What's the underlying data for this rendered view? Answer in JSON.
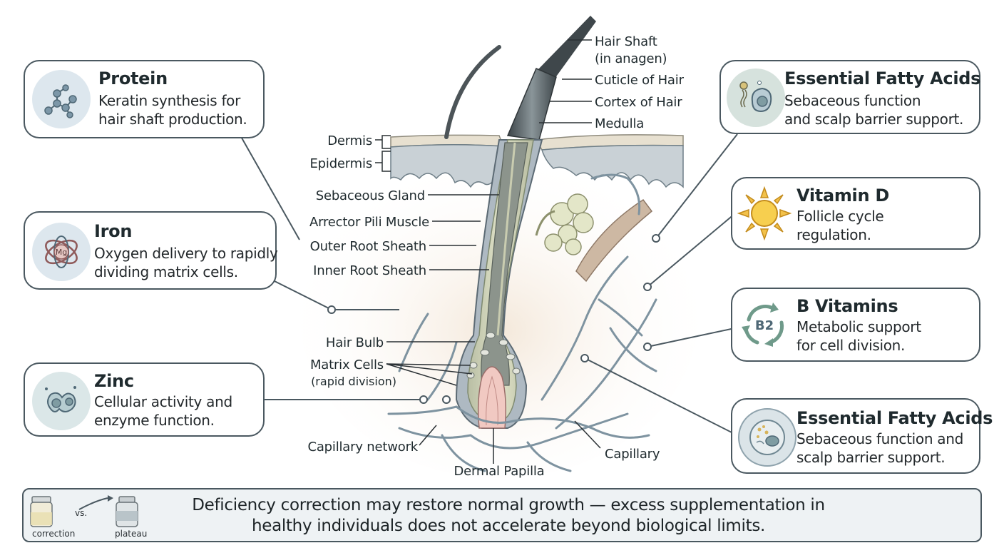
{
  "cards": {
    "protein": {
      "title": "Protein",
      "line1": "Keratin synthesis for",
      "line2": "hair shaft production.",
      "icon": "molecule-icon"
    },
    "iron": {
      "title": "Iron",
      "line1": "Oxygen delivery to rapidly",
      "line2": "dividing matrix cells.",
      "icon": "hemoglobin-icon"
    },
    "zinc": {
      "title": "Zinc",
      "line1": "Cellular activity and",
      "line2": "enzyme function.",
      "icon": "cell-icon"
    },
    "efa_top": {
      "title": "Essential Fatty Acids",
      "line1": "Sebaceous function",
      "line2": "and scalp barrier support.",
      "icon": "lipid-cell-icon"
    },
    "vitamin_d": {
      "title": "Vitamin D",
      "line1": "Follicle cycle",
      "line2": "regulation.",
      "icon": "sun-icon"
    },
    "b_vitamins": {
      "title": "B Vitamins",
      "line1": "Metabolic support",
      "line2": "for cell division.",
      "icon": "b2-cycle-icon",
      "badge": "B2"
    },
    "efa_bottom": {
      "title": "Essential Fatty Acids",
      "line1": "Sebaceous function and",
      "line2": "scalp barrier support.",
      "icon": "petri-dish-icon"
    }
  },
  "labels": {
    "hair_shaft": "Hair Shaft",
    "in_anagen": "(in anagen)",
    "cuticle": "Cuticle of Hair",
    "cortex": "Cortex of Hair",
    "medulla": "Medulla",
    "dermis": "Dermis",
    "epidermis": "Epidermis",
    "sebaceous_gland": "Sebaceous Gland",
    "arrector_pili": "Arrector Pili Muscle",
    "outer_root_sheath": "Outer Root Sheath",
    "inner_root_sheath": "Inner Root Sheath",
    "hair_bulb": "Hair Bulb",
    "matrix_cells": "Matrix Cells",
    "rapid_division": "(rapid division)",
    "capillary_network": "Capillary network",
    "dermal_papilla": "Dermal Papilla",
    "capillary": "Capillary",
    "mg": "Mg"
  },
  "footer": {
    "line1": "Deficiency correction may restore normal growth — excess supplementation in",
    "line2": "healthy individuals does not accelerate beyond biological limits.",
    "correction": "correction",
    "vs": "vs.",
    "plateau": "plateau"
  },
  "colors": {
    "border": "#4a5860",
    "skin_layer": "#d9d3c6",
    "hair_shaft": "#555e62",
    "capillary": "#7e93a0",
    "papilla": "#f1c9c2",
    "sebaceous": "#e3e6c8",
    "muscle": "#cdb8a3"
  }
}
